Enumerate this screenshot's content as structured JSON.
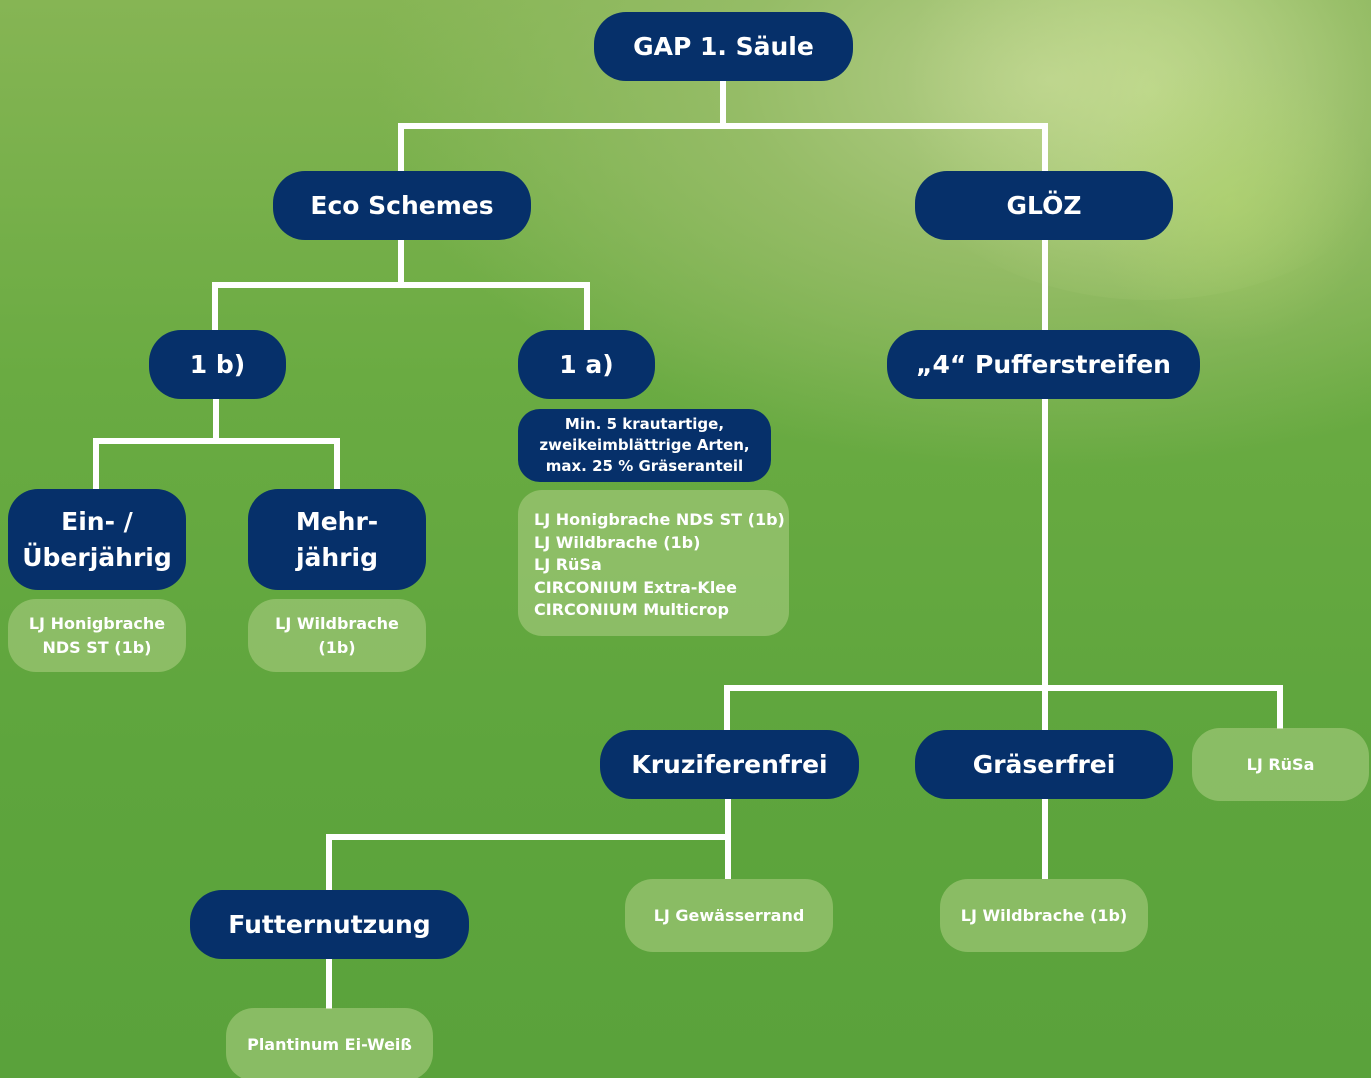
{
  "root": {
    "label": "GAP 1. Säule"
  },
  "eco_schemes": {
    "label": "Eco Schemes"
  },
  "gloez": {
    "label": "GLÖZ"
  },
  "es_1b": {
    "label": "1 b)"
  },
  "es_1a": {
    "label": "1 a)"
  },
  "es_1a_note": {
    "lines": [
      "Min. 5 krautartige,",
      "zweikeimblättrige Arten,",
      "max. 25 % Gräseranteil"
    ]
  },
  "es_1a_products": {
    "lines": [
      "LJ Honigbrache NDS ST (1b)",
      "LJ Wildbrache (1b)",
      "LJ RüSa",
      "CIRCONIUM Extra-Klee",
      "CIRCONIUM Multicrop"
    ]
  },
  "ein_ueberjaehrig": {
    "lines": [
      "Ein- /",
      "Überjährig"
    ]
  },
  "ein_products": {
    "lines": [
      "LJ Honigbrache",
      "NDS ST (1b)"
    ]
  },
  "mehrjaehrig": {
    "lines": [
      "Mehr-",
      "jährig"
    ]
  },
  "mehr_products": {
    "lines": [
      "LJ Wildbrache",
      "(1b)"
    ]
  },
  "pufferstreifen": {
    "label": "„4“ Pufferstreifen"
  },
  "kruziferenfrei": {
    "label": "Kruziferenfrei"
  },
  "graeserfrei": {
    "label": "Gräserfrei"
  },
  "ruesa": {
    "label": "LJ RüSa"
  },
  "futternutzung": {
    "label": "Futternutzung"
  },
  "gewaesserrand": {
    "label": "LJ Gewässerrand"
  },
  "wildbrache": {
    "label": "LJ Wildbrache (1b)"
  },
  "plantinum": {
    "label": "Plantinum Ei-Weiß"
  },
  "colors": {
    "node": "#06306a",
    "connector": "#ffffff",
    "leaf": "#a6cc7e",
    "background": "#5ea53d"
  }
}
